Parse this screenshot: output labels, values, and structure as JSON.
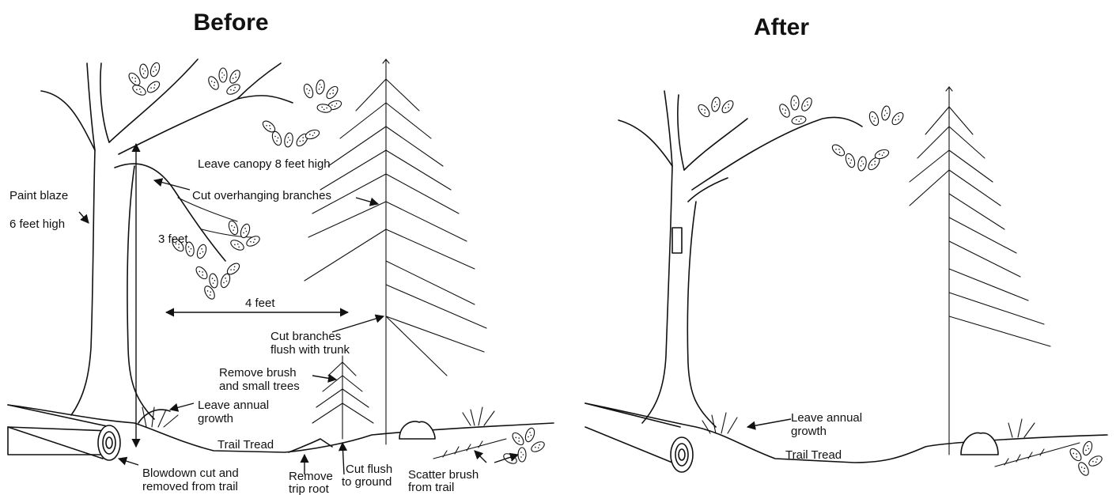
{
  "before": {
    "title": "Before",
    "labels": {
      "paint_blaze_1": "Paint blaze",
      "paint_blaze_2": "6 feet high",
      "canopy": "Leave canopy 8 feet high",
      "overhang": "Cut overhanging branches",
      "three_feet": "3 feet",
      "four_feet": "4 feet",
      "cut_branches_1": "Cut branches",
      "cut_branches_2": "flush with trunk",
      "remove_brush_1": "Remove brush",
      "remove_brush_2": "and small trees",
      "annual_1": "Leave annual",
      "annual_2": "growth",
      "trail_tread": "Trail Tread",
      "blowdown_1": "Blowdown cut and",
      "blowdown_2": "removed from trail",
      "trip_root_1": "Remove",
      "trip_root_2": "trip root",
      "cut_flush_1": "Cut flush",
      "cut_flush_2": "to ground",
      "scatter_1": "Scatter brush",
      "scatter_2": "from trail"
    }
  },
  "after": {
    "title": "After",
    "labels": {
      "annual_1": "Leave annual",
      "annual_2": "growth",
      "trail_tread": "Trail Tread"
    }
  }
}
